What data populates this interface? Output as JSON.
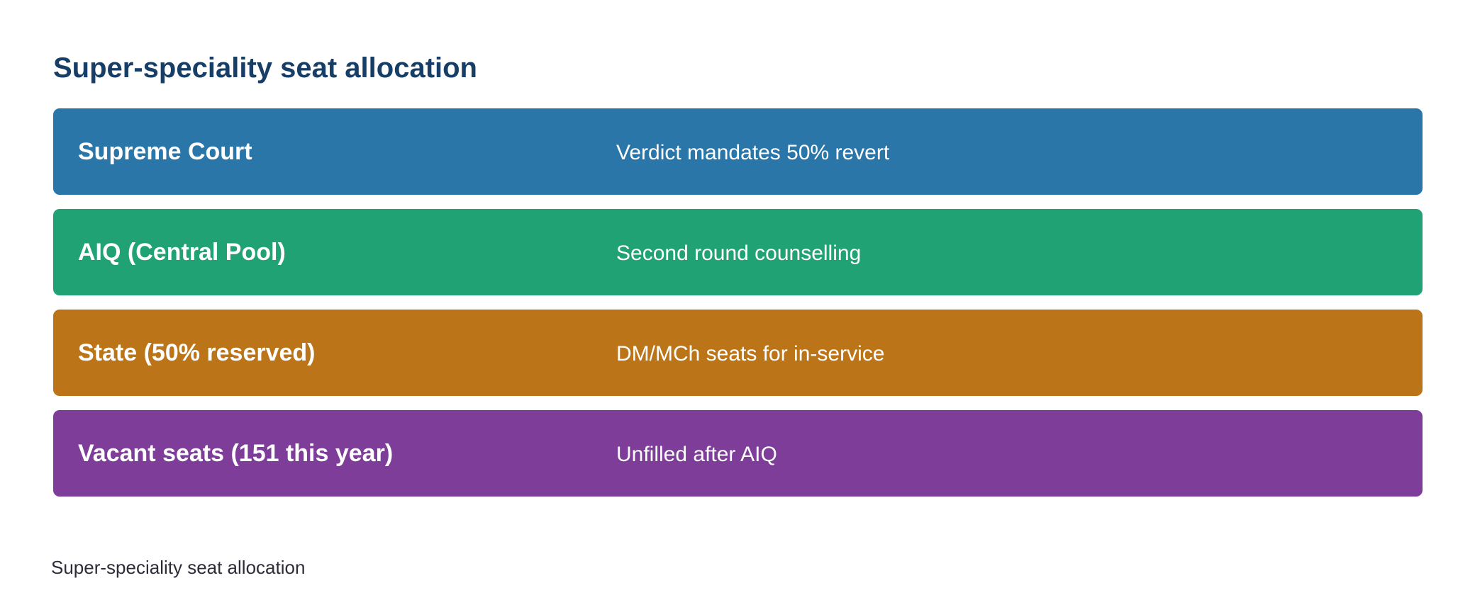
{
  "title": "Super-speciality seat allocation",
  "rows": [
    {
      "label": "Supreme Court",
      "description": "Verdict mandates 50% revert",
      "color": "#2a76a8"
    },
    {
      "label": "AIQ (Central Pool)",
      "description": "Second round counselling",
      "color": "#20a275"
    },
    {
      "label": "State (50% reserved)",
      "description": "DM/MCh seats for in-service",
      "color": "#bb7518"
    },
    {
      "label": "Vacant seats (151 this year)",
      "description": "Unfilled after AIQ",
      "color": "#7d3d98"
    }
  ],
  "caption": "Super-speciality seat allocation"
}
